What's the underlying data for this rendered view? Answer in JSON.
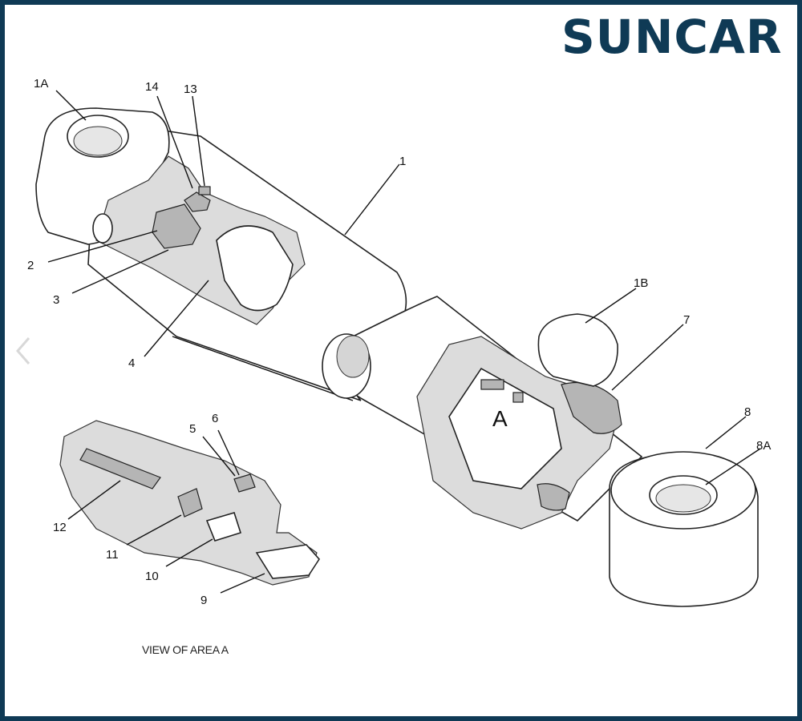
{
  "brand": {
    "logo_text": "SUNCAR",
    "accent_color": "#0f3a55"
  },
  "navigation": {
    "prev_icon": "chevron-left-icon"
  },
  "diagram": {
    "callouts": {
      "c1A": "1A",
      "c14": "14",
      "c13": "13",
      "c1": "1",
      "c2": "2",
      "c3": "3",
      "c4": "4",
      "c1B": "1B",
      "c7": "7",
      "cA": "A",
      "c8": "8",
      "c8A": "8A",
      "c5": "5",
      "c6": "6",
      "c12": "12",
      "c11": "11",
      "c10": "10",
      "c9": "9"
    },
    "caption": "VIEW OF AREA A"
  }
}
